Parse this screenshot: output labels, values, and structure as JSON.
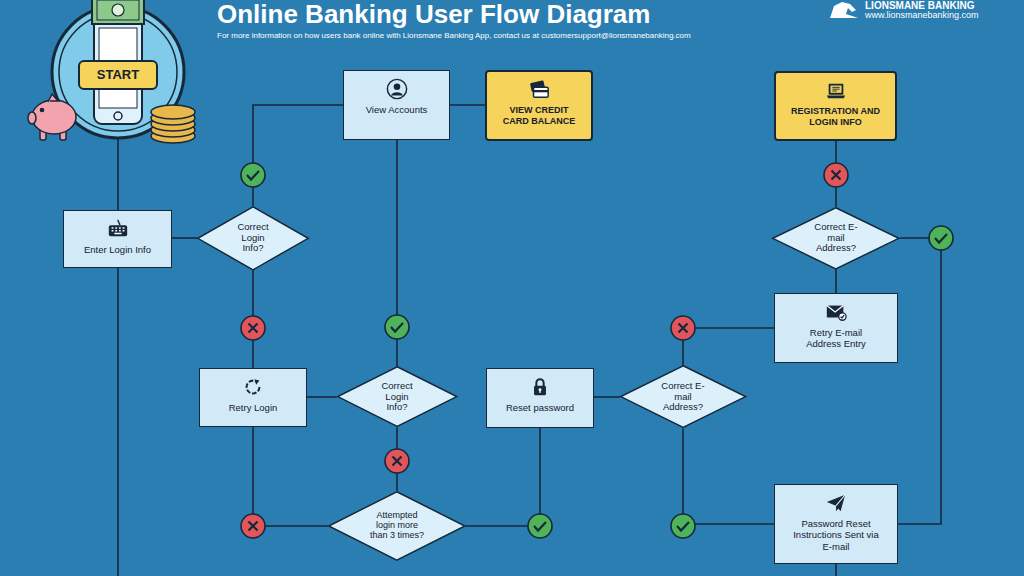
{
  "diagram": {
    "title": "Online Banking User Flow Diagram",
    "nodes": [
      {
        "text": [
          "START"
        ]
      },
      {
        "text": [
          "View Accounts"
        ]
      },
      {
        "text": [
          "VIEW CREDIT CARD BALANCE"
        ]
      },
      {
        "text": [
          "REGISTRATION AND LOGIN INFO"
        ]
      },
      {
        "text": [
          "Enter Login Info"
        ]
      },
      {
        "text": [
          "Correct Login Info?"
        ]
      },
      {
        "text": [
          "Correct E-mail Address?"
        ]
      },
      {
        "text": [
          "Retry E-mail Address Entry"
        ]
      },
      {
        "text": [
          "Retry Login"
        ]
      },
      {
        "text": [
          "Correct Login Info?"
        ]
      },
      {
        "text": [
          "Reset password"
        ]
      },
      {
        "text": [
          "Correct E-mail Address?"
        ]
      },
      {
        "text": [
          "Attempted login more than 3 times?"
        ]
      },
      {
        "text": [
          "Password Reset Instructions Sent via E-mail"
        ]
      }
    ],
    "edges": [
      {
        "from": 0,
        "to": 4,
        "arrow": "none"
      },
      {
        "from": 4,
        "to": 5,
        "arrow": "none"
      },
      {
        "from": 5,
        "to": 1,
        "arrow": "none"
      },
      {
        "from": 5,
        "to": 8,
        "arrow": "none"
      },
      {
        "from": 1,
        "to": 2,
        "arrow": "none"
      },
      {
        "from": 8,
        "to": 9,
        "arrow": "none"
      },
      {
        "from": 9,
        "to": 1,
        "arrow": "none"
      },
      {
        "from": 9,
        "to": 12,
        "arrow": "none"
      },
      {
        "from": 12,
        "to": 8,
        "arrow": "none"
      },
      {
        "from": 12,
        "to": 10,
        "arrow": "none"
      },
      {
        "from": 10,
        "to": 11,
        "arrow": "none"
      },
      {
        "from": 11,
        "to": 7,
        "arrow": "none"
      },
      {
        "from": 11,
        "to": 13,
        "arrow": "none"
      },
      {
        "from": 7,
        "to": 6,
        "arrow": "none"
      },
      {
        "from": 6,
        "to": 3,
        "arrow": "none"
      },
      {
        "from": 6,
        "to": 13,
        "arrow": "none"
      }
    ],
    "labels": [
      "For more information on how users bank online with Lionsmane Banking App, contact us at customersupport@lionsmanebanking.com",
      "LIONSMANE BANKING",
      "www.lionsmanebanking.com"
    ]
  }
}
